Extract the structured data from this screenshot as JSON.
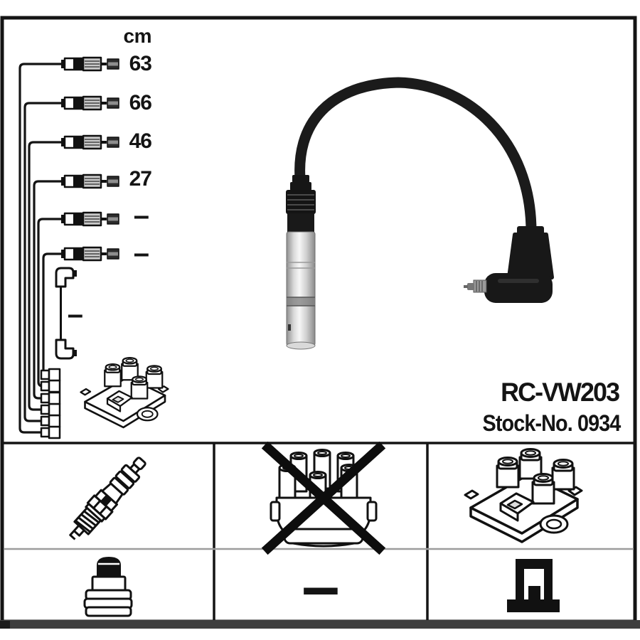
{
  "product": {
    "part_number": "RC-VW203",
    "stock_text": "Stock-No. 0934"
  },
  "measurements": {
    "unit_label": "cm",
    "cable_lengths": [
      "63",
      "66",
      "46",
      "27",
      "–",
      "–"
    ],
    "short_cable_length": "–"
  },
  "legend": {
    "row1": [
      {
        "icon": "spark-plug-icon",
        "crossed_out": false
      },
      {
        "icon": "distributor-cap-icon",
        "crossed_out": true
      },
      {
        "icon": "coil-pack-icon",
        "crossed_out": false
      }
    ],
    "row2": [
      {
        "icon": "boot-connector-icon",
        "crossed_out": false
      },
      {
        "icon": "dash",
        "label": "–"
      },
      {
        "icon": "mounting-bracket-icon",
        "crossed_out": false
      }
    ],
    "middle_cell_label": "–"
  },
  "colors": {
    "frame": "#141414",
    "row_divider": "#9c9c9c",
    "bottom_bar": "#3e3e3e",
    "boot_black": "#181818",
    "metal_light": "#f7f7f7",
    "metal_dark": "#8a8a8a"
  }
}
